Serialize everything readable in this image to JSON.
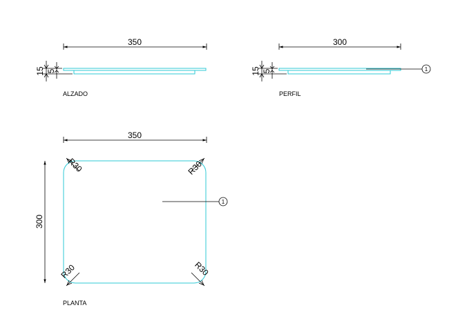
{
  "views": {
    "alzado": {
      "label": "ALZADO",
      "width_dim": "350",
      "height_total_dim": "15",
      "height_inner_dim": "5"
    },
    "perfil": {
      "label": "PERFIL",
      "width_dim": "300",
      "height_total_dim": "15",
      "height_inner_dim": "5",
      "callout": "1"
    },
    "planta": {
      "label": "PLANTA",
      "width_dim": "350",
      "height_dim": "300",
      "radius_tl": "R30",
      "radius_tr": "R30",
      "radius_bl": "R30",
      "radius_br": "R30",
      "callout": "1"
    }
  },
  "colors": {
    "part_outline": "#2ec9d6",
    "dimension": "#000000"
  }
}
